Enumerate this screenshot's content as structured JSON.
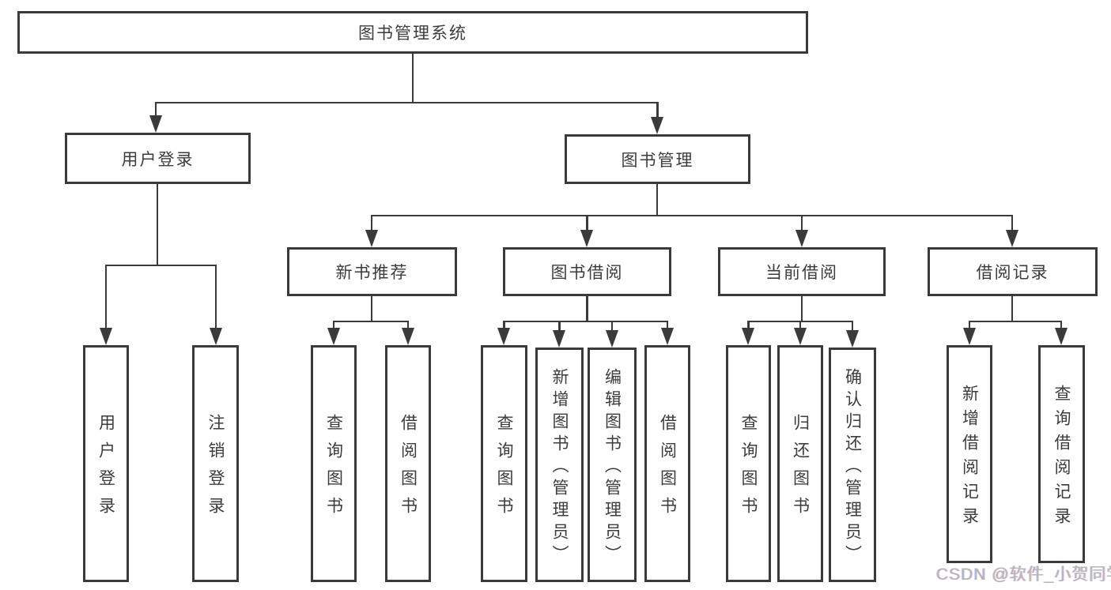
{
  "tree": {
    "label": "图书管理系统",
    "children": [
      {
        "label": "用户登录",
        "children": [
          {
            "label": "用户登录"
          },
          {
            "label": "注销登录"
          }
        ]
      },
      {
        "label": "图书管理",
        "children": [
          {
            "label": "新书推荐",
            "children": [
              {
                "label": "查询图书"
              },
              {
                "label": "借阅图书"
              }
            ]
          },
          {
            "label": "图书借阅",
            "children": [
              {
                "label": "查询图书"
              },
              {
                "label": "新增图书（管理员）"
              },
              {
                "label": "编辑图书（管理员）"
              },
              {
                "label": "借阅图书"
              }
            ]
          },
          {
            "label": "当前借阅",
            "children": [
              {
                "label": "查询图书"
              },
              {
                "label": "归还图书"
              },
              {
                "label": "确认归还（管理员）"
              }
            ]
          },
          {
            "label": "借阅记录",
            "children": [
              {
                "label": "新增借阅记录"
              },
              {
                "label": "查询借阅记录"
              }
            ]
          }
        ]
      }
    ]
  },
  "watermark": {
    "text": "CSDN @软件_小贺同学"
  },
  "colors": {
    "line": "#3a3a3a",
    "text": "#3c3c3c",
    "watermark": "#b4b4b4",
    "background": "#ffffff"
  }
}
